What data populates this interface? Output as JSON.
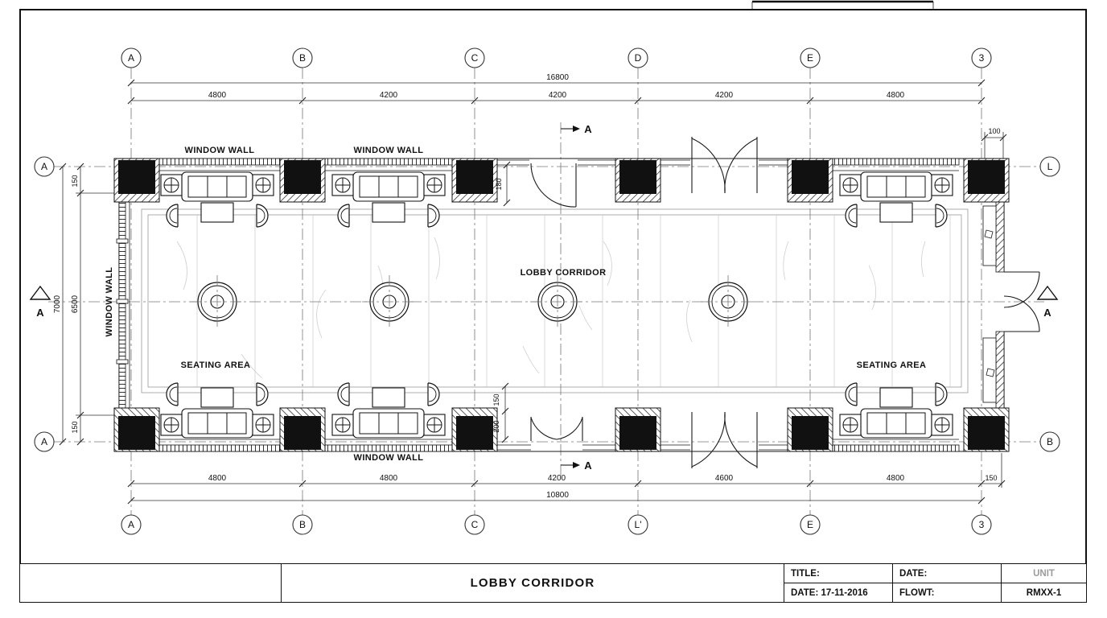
{
  "title_block": {
    "main_title": "LOBBY CORRIDOR",
    "c1r1": "TITLE:",
    "c1r2": "DATE: 17-11-2016",
    "c2r1": "DATE:",
    "c2r2": "FLOWT:",
    "c3r1": "UNIT",
    "c3r2": "RMXX-1"
  },
  "grid": {
    "top": [
      "A",
      "B",
      "C",
      "D",
      "E",
      "3"
    ],
    "bottom": [
      "A",
      "B",
      "C",
      "L'",
      "E",
      "3"
    ],
    "left": [
      "A",
      "A"
    ],
    "right": [
      "L",
      "B"
    ]
  },
  "dims": {
    "top_overall": "16800",
    "top_chain": [
      "4800",
      "4200",
      "4200",
      "4200",
      "4800"
    ],
    "top_right_offset": "100",
    "bottom_chain": [
      "4800",
      "4800",
      "4200",
      "4600",
      "4800",
      "150"
    ],
    "bottom_overall": "10800",
    "left_overall": "7000",
    "left_chain": [
      "150",
      "6500",
      "150"
    ],
    "door_top": "180",
    "door_bottom_1": "150",
    "door_bottom_2": "200"
  },
  "labels": {
    "window_wall": "WINDOW WALL",
    "lobby_corridor": "LOBBY CORRIDOR",
    "seating_area": "SEATING AREA",
    "section": "A"
  },
  "colors": {
    "line": "#1a1a1a",
    "grid_line": "#777777",
    "unit_text": "#9b9b9b",
    "background": "#ffffff"
  }
}
